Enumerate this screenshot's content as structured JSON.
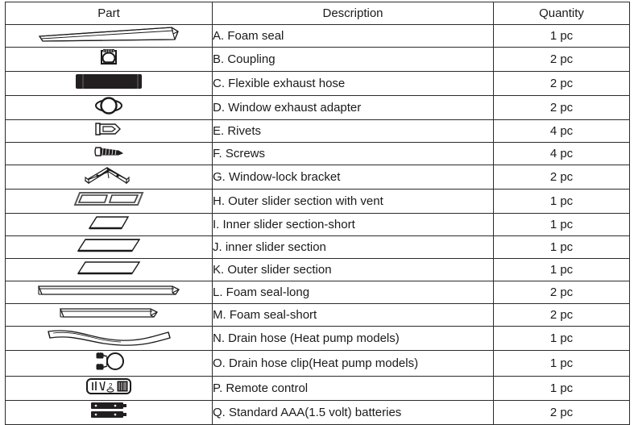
{
  "table": {
    "headers": {
      "part": "Part",
      "description": "Description",
      "quantity": "Quantity"
    },
    "rows": [
      {
        "icon": "foam-seal-bar-icon",
        "description": "A. Foam seal",
        "quantity": "1 pc"
      },
      {
        "icon": "coupling-icon",
        "description": "B. Coupling",
        "quantity": "2 pc"
      },
      {
        "icon": "flexible-exhaust-hose-icon",
        "description": "C. Flexible exhaust hose",
        "quantity": "2 pc"
      },
      {
        "icon": "window-exhaust-adapter-icon",
        "description": "D. Window exhaust adapter",
        "quantity": "2 pc"
      },
      {
        "icon": "rivet-icon",
        "description": "E. Rivets",
        "quantity": "4 pc"
      },
      {
        "icon": "screw-icon",
        "description": "F. Screws",
        "quantity": "4 pc"
      },
      {
        "icon": "window-lock-bracket-icon",
        "description": "G. Window-lock bracket",
        "quantity": "2 pc"
      },
      {
        "icon": "outer-slider-with-vent-icon",
        "description": "H. Outer slider section with vent",
        "quantity": "1 pc"
      },
      {
        "icon": "inner-slider-short-icon",
        "description": "I. Inner slider section-short",
        "quantity": "1 pc"
      },
      {
        "icon": "inner-slider-icon",
        "description": "J. inner slider section",
        "quantity": "1 pc"
      },
      {
        "icon": "outer-slider-icon",
        "description": "K. Outer slider section",
        "quantity": "1 pc"
      },
      {
        "icon": "foam-seal-long-icon",
        "description": "L. Foam seal-long",
        "quantity": "2 pc"
      },
      {
        "icon": "foam-seal-short-icon",
        "description": "M. Foam seal-short",
        "quantity": "2 pc"
      },
      {
        "icon": "drain-hose-icon",
        "description": "N. Drain hose (Heat pump models)",
        "quantity": "1 pc"
      },
      {
        "icon": "drain-hose-clip-icon",
        "description": "O. Drain hose clip(Heat pump models)",
        "quantity": "1 pc"
      },
      {
        "icon": "remote-control-icon",
        "description": "P. Remote control",
        "quantity": "1 pc"
      },
      {
        "icon": "aaa-batteries-icon",
        "description": "Q. Standard AAA(1.5 volt) batteries",
        "quantity": "2 pc"
      }
    ]
  },
  "colors": {
    "border": "#2b2b2b",
    "ink": "#1a1a1a",
    "fill_dark": "#231f20",
    "page_background": "#ffffff"
  }
}
